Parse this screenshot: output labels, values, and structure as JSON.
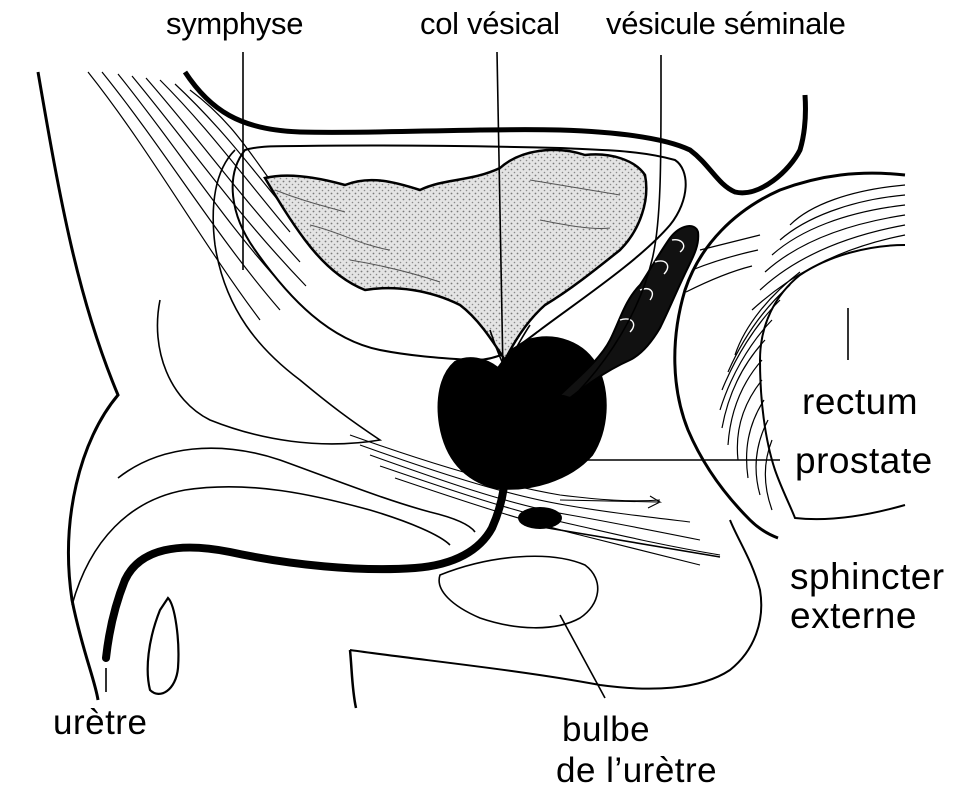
{
  "labels": {
    "symphyse": "symphyse",
    "col_vesical": "col vésical",
    "vesicule_seminale": "vésicule séminale",
    "rectum": "rectum",
    "prostate": "prostate",
    "sphincter_line1": "sphincter",
    "sphincter_line2": "externe",
    "uretre": "urètre",
    "bulbe_line1": "bulbe",
    "bulbe_line2": "de l’urètre"
  },
  "colors": {
    "ink": "#000000",
    "paper": "#ffffff",
    "bladder_fill": "#d8d8d8"
  }
}
